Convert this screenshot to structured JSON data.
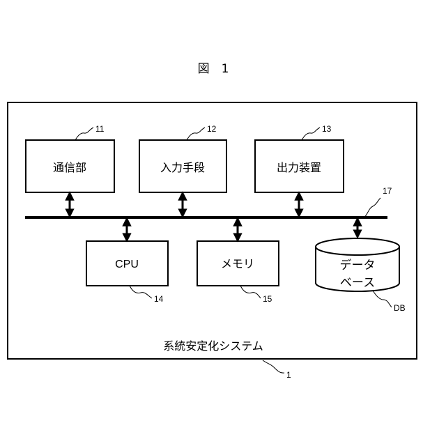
{
  "figure_title": "図　1",
  "system": {
    "label": "系統安定化システム",
    "ref": "1"
  },
  "bus": {
    "ref": "17"
  },
  "units": [
    {
      "key": "comm",
      "label": "通信部",
      "ref": "11"
    },
    {
      "key": "input",
      "label": "入力手段",
      "ref": "12"
    },
    {
      "key": "output",
      "label": "出力装置",
      "ref": "13"
    },
    {
      "key": "cpu",
      "label": "CPU",
      "ref": "14"
    },
    {
      "key": "memory",
      "label": "メモリ",
      "ref": "15"
    }
  ],
  "database": {
    "line1": "データ",
    "line2": "ベース",
    "ref": "DB"
  }
}
